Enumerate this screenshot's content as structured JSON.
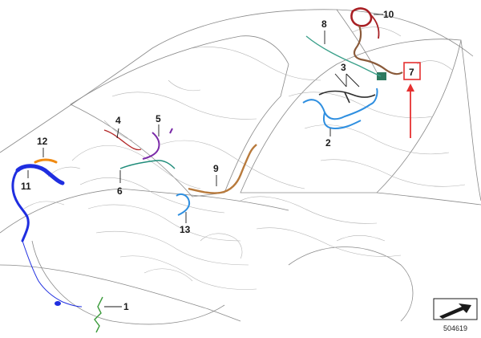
{
  "callouts": [
    {
      "id": "1",
      "label": "1"
    },
    {
      "id": "2",
      "label": "2"
    },
    {
      "id": "3",
      "label": "3"
    },
    {
      "id": "4",
      "label": "4"
    },
    {
      "id": "5",
      "label": "5"
    },
    {
      "id": "6",
      "label": "6"
    },
    {
      "id": "7",
      "label": "7"
    },
    {
      "id": "8",
      "label": "8"
    },
    {
      "id": "9",
      "label": "9"
    },
    {
      "id": "10",
      "label": "10"
    },
    {
      "id": "11",
      "label": "11"
    },
    {
      "id": "12",
      "label": "12"
    },
    {
      "id": "13",
      "label": "13"
    }
  ],
  "highlight": {
    "callout": "7",
    "box_color": "#e53030",
    "arrow_color": "#e53030"
  },
  "harness_colors": {
    "1": "#3a9a3a",
    "2": "#2f8fe0",
    "3": "#2e2e2e",
    "4": "#b32727",
    "5": "#7a2aa8",
    "6": "#1f8c7a",
    "7": "#2e7a60",
    "8": "#3aa08a",
    "9": "#b87a3c",
    "10": "#a81f24",
    "11": "#1f2ee0",
    "12": "#f08a12",
    "13": "#2f8fe0"
  },
  "document_number": "504619",
  "nav_icon": "orientation-arrow-icon"
}
